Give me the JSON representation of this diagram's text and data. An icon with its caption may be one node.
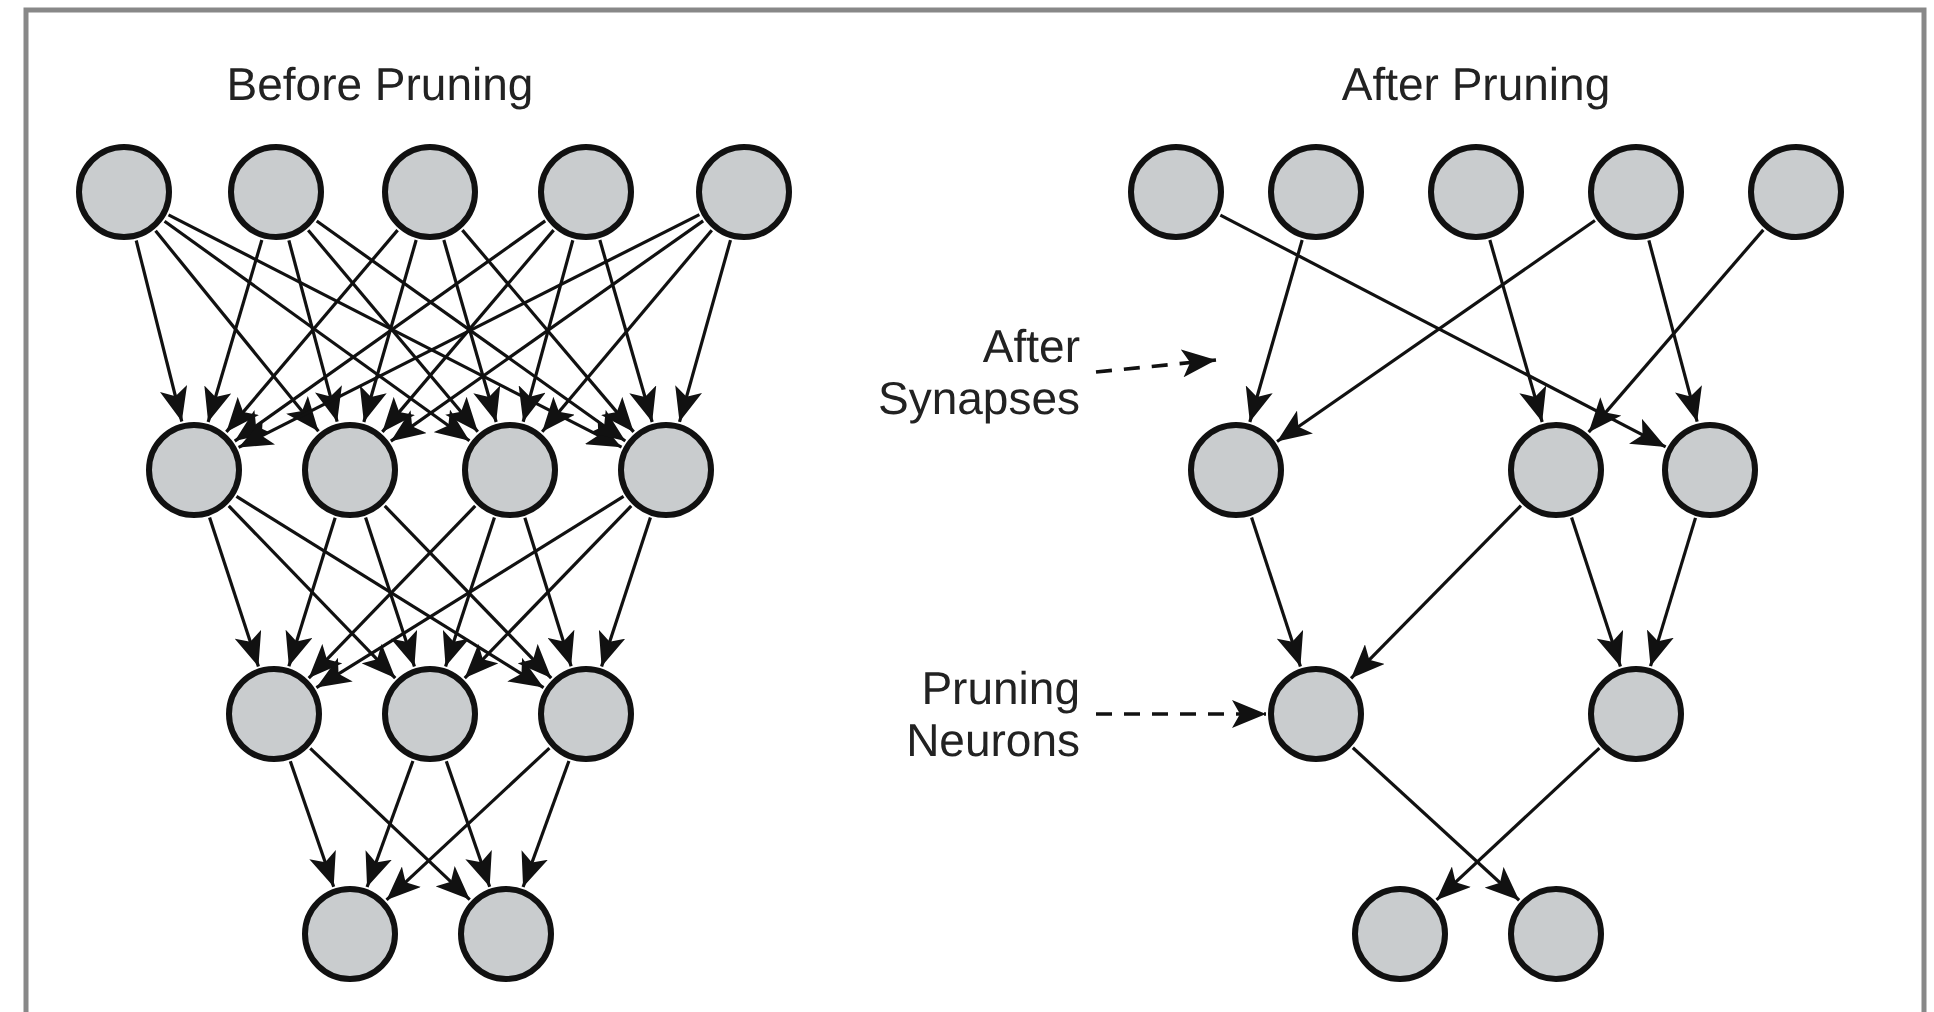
{
  "diagram": {
    "nodes": [
      {
        "text": [],
        "shape": "circle"
      },
      {
        "text": [],
        "shape": "circle"
      },
      {
        "text": [],
        "shape": "circle"
      },
      {
        "text": [],
        "shape": "circle"
      },
      {
        "text": [],
        "shape": "circle"
      },
      {
        "text": [],
        "shape": "circle"
      },
      {
        "text": [],
        "shape": "circle"
      },
      {
        "text": [],
        "shape": "circle"
      },
      {
        "text": [],
        "shape": "circle"
      },
      {
        "text": [],
        "shape": "circle"
      },
      {
        "text": [],
        "shape": "circle"
      },
      {
        "text": [],
        "shape": "circle"
      },
      {
        "text": [],
        "shape": "circle"
      },
      {
        "text": [],
        "shape": "circle"
      },
      {
        "text": [],
        "shape": "circle"
      },
      {
        "text": [],
        "shape": "circle"
      },
      {
        "text": [],
        "shape": "circle"
      },
      {
        "text": [],
        "shape": "circle"
      },
      {
        "text": [],
        "shape": "circle"
      },
      {
        "text": [],
        "shape": "circle"
      },
      {
        "text": [],
        "shape": "circle"
      },
      {
        "text": [],
        "shape": "circle"
      },
      {
        "text": [],
        "shape": "circle"
      },
      {
        "text": [],
        "shape": "circle"
      },
      {
        "text": [],
        "shape": "circle"
      },
      {
        "text": [],
        "shape": "circle"
      },
      {
        "text": [
          "After Synapses"
        ]
      },
      {
        "text": [
          "Pruning Neurons"
        ]
      }
    ],
    "edges": [
      {
        "from": 0,
        "to": 5,
        "arrow": "to"
      },
      {
        "from": 0,
        "to": 6,
        "arrow": "to"
      },
      {
        "from": 0,
        "to": 7,
        "arrow": "to"
      },
      {
        "from": 0,
        "to": 8,
        "arrow": "to"
      },
      {
        "from": 1,
        "to": 5,
        "arrow": "to"
      },
      {
        "from": 1,
        "to": 6,
        "arrow": "to"
      },
      {
        "from": 1,
        "to": 7,
        "arrow": "to"
      },
      {
        "from": 1,
        "to": 8,
        "arrow": "to"
      },
      {
        "from": 2,
        "to": 5,
        "arrow": "to"
      },
      {
        "from": 2,
        "to": 6,
        "arrow": "to"
      },
      {
        "from": 2,
        "to": 7,
        "arrow": "to"
      },
      {
        "from": 2,
        "to": 8,
        "arrow": "to"
      },
      {
        "from": 3,
        "to": 5,
        "arrow": "to"
      },
      {
        "from": 3,
        "to": 6,
        "arrow": "to"
      },
      {
        "from": 3,
        "to": 7,
        "arrow": "to"
      },
      {
        "from": 3,
        "to": 8,
        "arrow": "to"
      },
      {
        "from": 4,
        "to": 5,
        "arrow": "to"
      },
      {
        "from": 4,
        "to": 6,
        "arrow": "to"
      },
      {
        "from": 4,
        "to": 7,
        "arrow": "to"
      },
      {
        "from": 4,
        "to": 8,
        "arrow": "to"
      },
      {
        "from": 5,
        "to": 9,
        "arrow": "to"
      },
      {
        "from": 5,
        "to": 10,
        "arrow": "to"
      },
      {
        "from": 5,
        "to": 11,
        "arrow": "to"
      },
      {
        "from": 6,
        "to": 9,
        "arrow": "to"
      },
      {
        "from": 6,
        "to": 10,
        "arrow": "to"
      },
      {
        "from": 6,
        "to": 11,
        "arrow": "to"
      },
      {
        "from": 7,
        "to": 9,
        "arrow": "to"
      },
      {
        "from": 7,
        "to": 10,
        "arrow": "to"
      },
      {
        "from": 7,
        "to": 11,
        "arrow": "to"
      },
      {
        "from": 8,
        "to": 9,
        "arrow": "to"
      },
      {
        "from": 8,
        "to": 10,
        "arrow": "to"
      },
      {
        "from": 8,
        "to": 11,
        "arrow": "to"
      },
      {
        "from": 9,
        "to": 12,
        "arrow": "to"
      },
      {
        "from": 9,
        "to": 13,
        "arrow": "to"
      },
      {
        "from": 10,
        "to": 12,
        "arrow": "to"
      },
      {
        "from": 10,
        "to": 13,
        "arrow": "to"
      },
      {
        "from": 11,
        "to": 12,
        "arrow": "to"
      },
      {
        "from": 11,
        "to": 13,
        "arrow": "to"
      },
      {
        "from": 14,
        "to": 21,
        "arrow": "to"
      },
      {
        "from": 15,
        "to": 19,
        "arrow": "to"
      },
      {
        "from": 16,
        "to": 20,
        "arrow": "to"
      },
      {
        "from": 17,
        "to": 19,
        "arrow": "to"
      },
      {
        "from": 17,
        "to": 21,
        "arrow": "to"
      },
      {
        "from": 18,
        "to": 20,
        "arrow": "to"
      },
      {
        "from": 19,
        "to": 22,
        "arrow": "to"
      },
      {
        "from": 20,
        "to": 22,
        "arrow": "to"
      },
      {
        "from": 20,
        "to": 23,
        "arrow": "to"
      },
      {
        "from": 21,
        "to": 23,
        "arrow": "to"
      },
      {
        "from": 22,
        "to": 25,
        "arrow": "to"
      },
      {
        "from": 23,
        "to": 24,
        "arrow": "to"
      },
      {
        "from": 26,
        "to": null,
        "arrow": "to",
        "style": "dashed"
      },
      {
        "from": 27,
        "to": 22,
        "arrow": "to",
        "style": "dashed"
      }
    ],
    "labels": [
      "Before Pruning",
      "After Pruning"
    ]
  }
}
